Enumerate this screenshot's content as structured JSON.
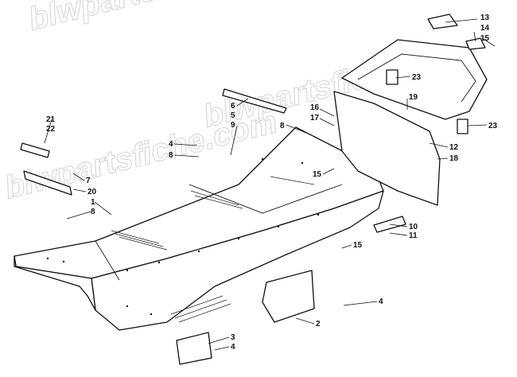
{
  "watermark": "blwpartsfiche.com",
  "callouts": {
    "c1": "1",
    "c2": "2",
    "c3": "3",
    "c4a": "4",
    "c4b": "4",
    "c4c": "4",
    "c5": "5",
    "c6": "6",
    "c7": "7",
    "c8a": "8",
    "c8b": "8",
    "c8c": "8",
    "c9": "9",
    "c10": "10",
    "c11": "11",
    "c12": "12",
    "c13": "13",
    "c14": "14",
    "c15a": "15",
    "c15b": "15",
    "c15c": "15",
    "c16": "16",
    "c17": "17",
    "c18": "18",
    "c19": "19",
    "c20": "20",
    "c21": "21",
    "c22": "22",
    "c23a": "23",
    "c23b": "23"
  }
}
